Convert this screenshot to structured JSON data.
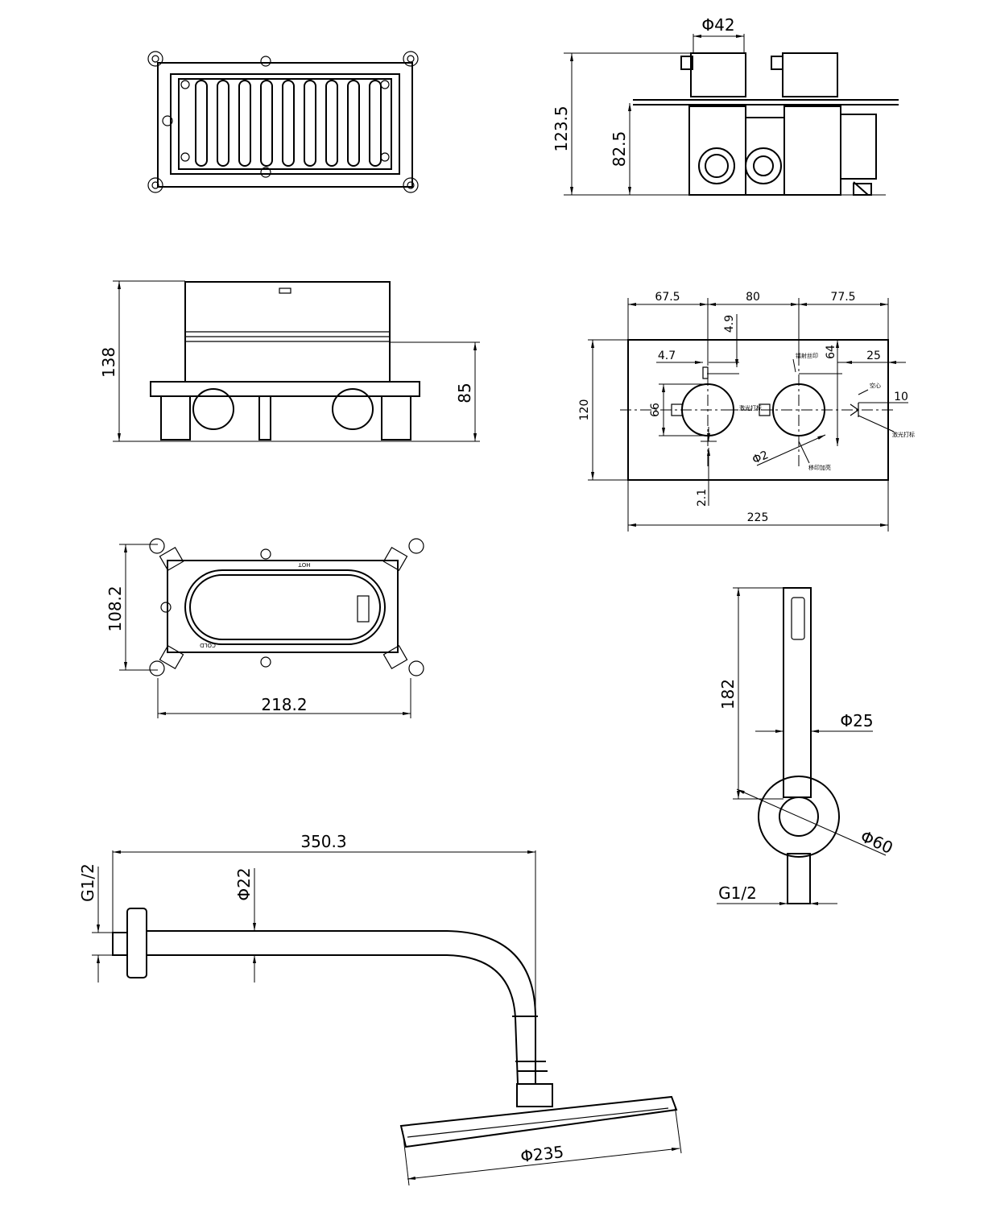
{
  "colors": {
    "line": "#000000",
    "background": "#ffffff"
  },
  "views": {
    "body_front": {
      "dims": {
        "width": "218.2",
        "height": "108.2"
      },
      "labels": {
        "hot": "HOT",
        "cold": "COLD"
      }
    },
    "body_side": {
      "dims": {
        "height_total": "138",
        "height_body": "85"
      }
    },
    "valve_side": {
      "dims": {
        "diameter": "Φ42",
        "height_total": "123.5",
        "height_body": "82.5"
      }
    },
    "faceplate": {
      "dims": {
        "left": "67.5",
        "middle": "80",
        "right": "77.5",
        "d4_9": "4.9",
        "d4_7": "4.7",
        "d64": "64",
        "d25": "25",
        "d10": "10",
        "height": "120",
        "d66": "66",
        "d2_1": "2.1",
        "diam2": "Φ2",
        "width": "225"
      },
      "notes": {
        "note1": "镭射丝印",
        "note2": "激光打标",
        "note3": "空心",
        "note4": "激光打标",
        "note5": "移印加亮"
      }
    },
    "handshower": {
      "dims": {
        "length": "182",
        "diameter": "Φ25",
        "flange": "Φ60",
        "thread": "G1/2"
      }
    },
    "shower_arm": {
      "dims": {
        "length": "350.3",
        "thread": "G1/2",
        "pipe": "Φ22",
        "head": "Φ235"
      }
    }
  }
}
